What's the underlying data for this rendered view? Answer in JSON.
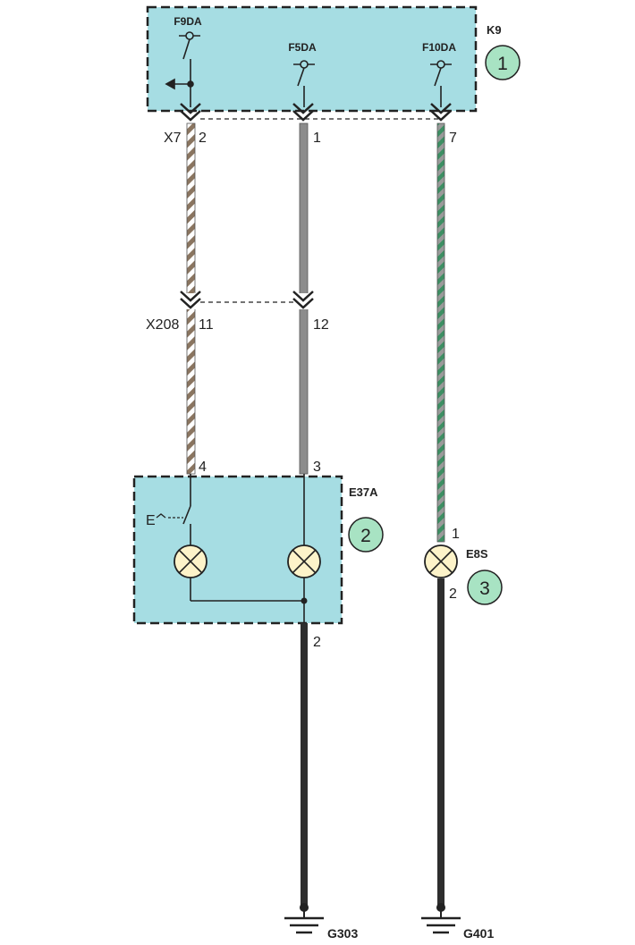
{
  "modules": {
    "k9": {
      "label": "K9",
      "callout": "1"
    },
    "e37a": {
      "label": "E37A",
      "callout": "2"
    },
    "e8s": {
      "label": "E8S",
      "callout": "3"
    }
  },
  "fuses": {
    "f9da": "F9DA",
    "f5da": "F5DA",
    "f10da": "F10DA"
  },
  "connectors": {
    "x7": "X7",
    "x208": "X208"
  },
  "pins": {
    "x7_a": "2",
    "x7_b": "1",
    "x7_c": "7",
    "x208_a": "11",
    "x208_b": "12",
    "e37a_a": "4",
    "e37a_b": "3",
    "e37a_out": "2",
    "e8s_in": "1",
    "e8s_out": "2"
  },
  "switch_label": "E",
  "grounds": {
    "g303": "G303",
    "g401": "G401"
  },
  "colors": {
    "module_fill": "#a6dde3",
    "callout_fill": "#a8e3c3",
    "wire_brown_white": "#8a7560",
    "wire_grey": "#8c8c8c",
    "wire_green": "#3d8f63",
    "wire_black": "#2e2e2e"
  }
}
